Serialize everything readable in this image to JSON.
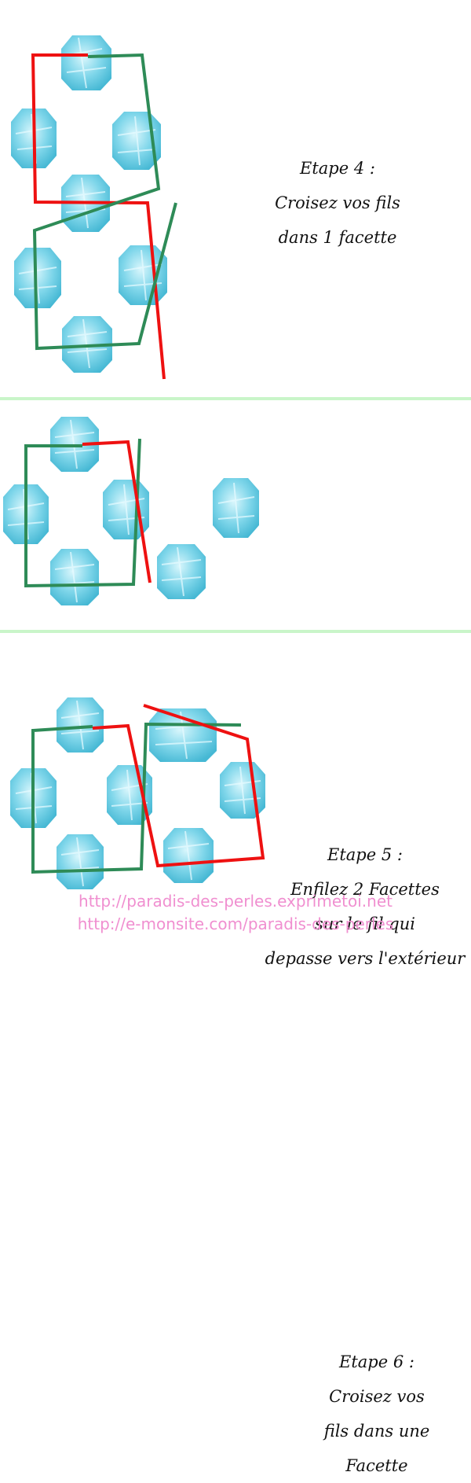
{
  "steps": [
    {
      "title": "Etape 4 :",
      "lines": [
        "Croisez vos fils",
        "dans 1 facette"
      ]
    },
    {
      "title": "Etape 5 :",
      "lines": [
        "Enfilez 2 Facettes",
        "sur le fil qui",
        "depasse vers l'extérieur"
      ]
    },
    {
      "title": "Etape 6 :",
      "lines": [
        "Croisez vos",
        "fils dans une",
        "Facette"
      ]
    }
  ],
  "footer": {
    "url1": "http://paradis-des-perles.exprimetoi.net",
    "url2": "http://e-monsite.com/paradis-des-perles"
  },
  "colors": {
    "bead": "#6fd0e6",
    "bead_light": "#bdeef8",
    "red_thread": "#ee1111",
    "green_thread": "#2e8b57",
    "footer_text": "#f08fd0"
  },
  "icons": [
    "facet-bead-icon"
  ]
}
